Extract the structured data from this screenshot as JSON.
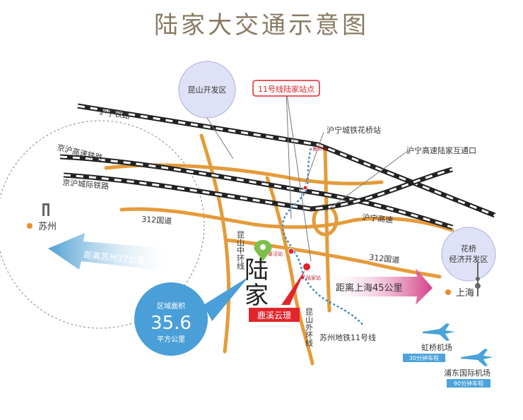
{
  "title": "陆家大交通示意图",
  "colors": {
    "road": "#e49b3a",
    "rail": "#222222",
    "metro": "#3d8ec9",
    "accent": "#e1252a",
    "suzhou_arrow": "#5ba8d6",
    "shanghai_arrow": "#d9488a",
    "zone": "#dfe2f6"
  },
  "zones": {
    "kunshan_dev": "昆山开发区",
    "huaqiao_line1": "花桥",
    "huaqiao_line2": "经济开发区"
  },
  "railways": {
    "huning_rail": "沪宁铁路",
    "jinghu_hsr": "京沪高速铁路",
    "jinghu_intercity": "京沪城际铁路"
  },
  "roads": {
    "g312_west": "312国道",
    "g312_east": "312国道",
    "huning_expressway": "沪宁高速",
    "middle_ring": "昆山中环线",
    "outer_ring": "昆山外环线"
  },
  "stations": {
    "metro_lujia": "11号线陆家站点",
    "intercity_huaqiao": "沪宁城铁花桥站",
    "interchange": "沪宁高速陆家互通口",
    "xiaqiao": "夏桥站",
    "shentongjing": "神童泾站",
    "lujia_small": "陆家站",
    "metro_line": "苏州地铁11号线"
  },
  "distances": {
    "to_suzhou": "距离苏州37公里",
    "to_shanghai": "距离上海45公里"
  },
  "cities": {
    "suzhou": "苏州",
    "shanghai": "上海"
  },
  "area": {
    "label": "区域面积",
    "value": "35.6",
    "unit": "平方公里"
  },
  "town": {
    "char1": "陆",
    "char2": "家",
    "project_logo": "鹿溪云璟"
  },
  "airports": [
    {
      "name": "虹桥机场",
      "time": "30分钟车程"
    },
    {
      "name": "浦东国际机场",
      "time": "90分钟车程"
    }
  ],
  "icons": [
    "location-pin-icon",
    "airplane-icon",
    "suzhou-landmark-icon",
    "shanghai-tower-icon"
  ]
}
